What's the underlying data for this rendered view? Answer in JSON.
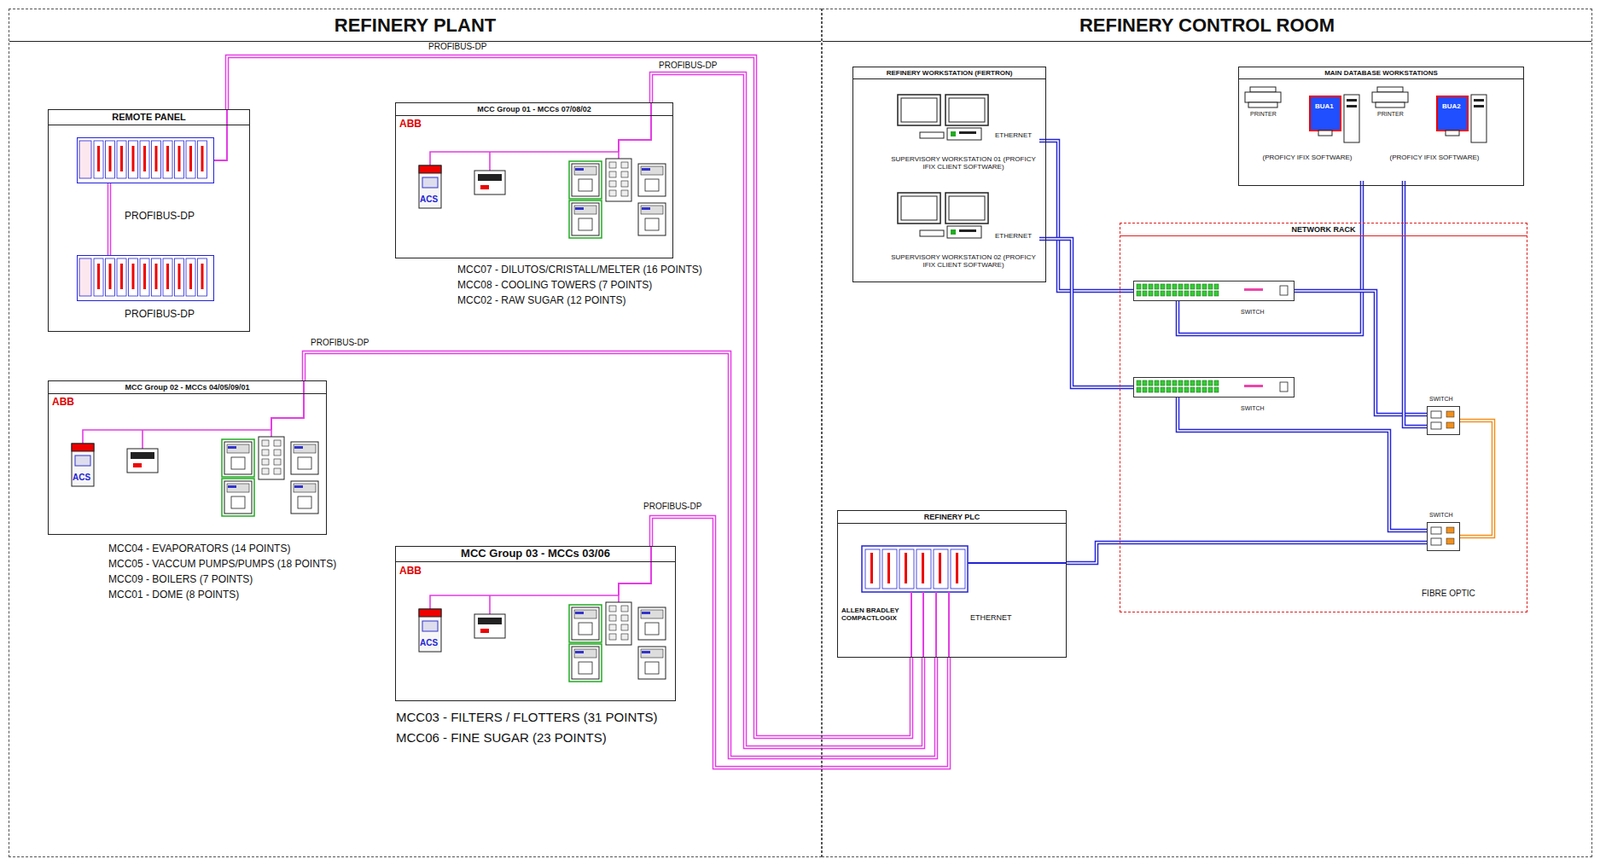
{
  "diagram": {
    "nodes": [
      {
        "text": [
          "REFINERY PLANT"
        ]
      },
      {
        "text": [
          "REFINERY CONTROL ROOM"
        ]
      },
      {
        "text": [
          "REMOTE PANEL"
        ],
        "in": 0
      },
      {
        "text": [
          "PROFIBUS-DP"
        ],
        "in": 2
      },
      {
        "text": [
          "PROFIBUS-DP"
        ],
        "in": 2
      },
      {
        "text": [
          "MCC Group 01 - MCCs 07/08/02",
          "ABB",
          "MCC07 - DILUTOS/CRISTALL/MELTER (16 POINTS)",
          "MCC08 - COOLING TOWERS (7 POINTS)",
          "MCC02 - RAW SUGAR (12 POINTS)"
        ],
        "in": 0
      },
      {
        "text": [
          "MCC Group 02 - MCCs 04/05/09/01",
          "ABB",
          "MCC04 - EVAPORATORS (14 POINTS)",
          "MCC05 - VACCUM PUMPS/PUMPS (18 POINTS)",
          "MCC09 - BOILERS (7 POINTS)",
          "MCC01 - DOME (8 POINTS)"
        ],
        "in": 0
      },
      {
        "text": [
          "MCC Group 03 - MCCs 03/06",
          "ABB",
          "MCC03 - FILTERS / FLOTTERS (31 POINTS)",
          "MCC06 - FINE SUGAR (23 POINTS)"
        ],
        "in": 0
      },
      {
        "text": [
          "REFINERY WORKSTATION (FERTRON)"
        ],
        "in": 1
      },
      {
        "text": [
          "ETHERNET",
          "SUPERVISORY WORKSTATION 01 (PROFICY IFIX CLIENT SOFTWARE)"
        ],
        "in": 8
      },
      {
        "text": [
          "ETHERNET",
          "SUPERVISORY WORKSTATION 02 (PROFICY IFIX CLIENT SOFTWARE)"
        ],
        "in": 8
      },
      {
        "text": [
          "MAIN DATABASE WORKSTATIONS"
        ],
        "in": 1
      },
      {
        "text": [
          "PRINTER",
          "BUA1",
          "(PROFICY IFIX SOFTWARE)"
        ],
        "in": 11
      },
      {
        "text": [
          "PRINTER",
          "BUA2",
          "(PROFICY IFIX SOFTWARE)"
        ],
        "in": 11
      },
      {
        "text": [
          "NETWORK RACK"
        ],
        "in": 1
      },
      {
        "text": [
          "SWITCH"
        ],
        "in": 14
      },
      {
        "text": [
          "SWITCH"
        ],
        "in": 14
      },
      {
        "text": [
          "SWITCH"
        ],
        "in": 14
      },
      {
        "text": [
          "SWITCH"
        ],
        "in": 14
      },
      {
        "text": [
          "REFINERY PLC",
          "ALLEN BRADLEY COMPACTLOGIX",
          "ETHERNET"
        ],
        "in": 1
      }
    ],
    "edges": [
      {
        "from": 2,
        "to": 19,
        "arrow": "none",
        "label": "PROFIBUS-DP"
      },
      {
        "from": 5,
        "to": 19,
        "arrow": "none",
        "label": "PROFIBUS-DP"
      },
      {
        "from": 6,
        "to": 19,
        "arrow": "none",
        "label": "PROFIBUS-DP"
      },
      {
        "from": 7,
        "to": 19,
        "arrow": "none",
        "label": "PROFIBUS-DP"
      },
      {
        "from": 3,
        "to": 4,
        "arrow": "none"
      },
      {
        "from": 9,
        "to": 15,
        "arrow": "none"
      },
      {
        "from": 10,
        "to": 16,
        "arrow": "none"
      },
      {
        "from": 12,
        "to": 15,
        "arrow": "none"
      },
      {
        "from": 15,
        "to": 17,
        "arrow": "none"
      },
      {
        "from": 13,
        "to": 17,
        "arrow": "none"
      },
      {
        "from": 16,
        "to": 18,
        "arrow": "none"
      },
      {
        "from": 19,
        "to": 18,
        "arrow": "none"
      },
      {
        "from": 17,
        "to": 18,
        "arrow": "none",
        "label": "FIBRE OPTIC"
      }
    ],
    "labels": [
      "ACS",
      "ACS",
      "ACS"
    ]
  }
}
